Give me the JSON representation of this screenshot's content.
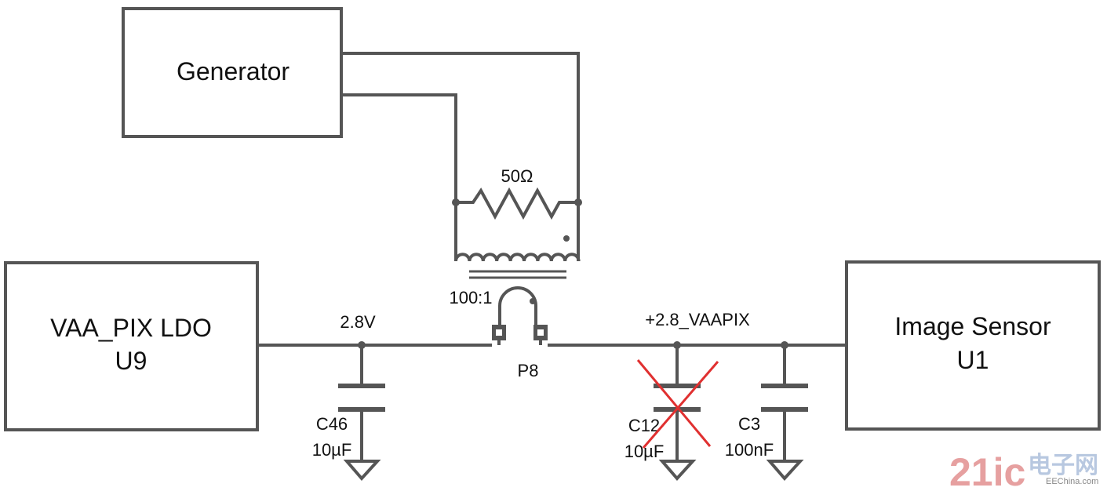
{
  "blocks": {
    "generator": "Generator",
    "ldo_line1": "VAA_PIX LDO",
    "ldo_line2": "U9",
    "sensor_line1": "Image Sensor",
    "sensor_line2": "U1"
  },
  "labels": {
    "resistor": "50Ω",
    "transformer_ratio": "100:1",
    "net_left": "2.8V",
    "net_right": "+2.8_VAAPIX",
    "header": "P8"
  },
  "capacitors": [
    {
      "ref": "C46",
      "value": "10µF"
    },
    {
      "ref": "C12",
      "value": "10µF"
    },
    {
      "ref": "C3",
      "value": "100nF"
    }
  ],
  "watermark": {
    "text1": "21ic",
    "text2": "电子网",
    "text3": "EEChina.com"
  },
  "colors": {
    "wire": "#555555",
    "strike": "#e03030"
  }
}
